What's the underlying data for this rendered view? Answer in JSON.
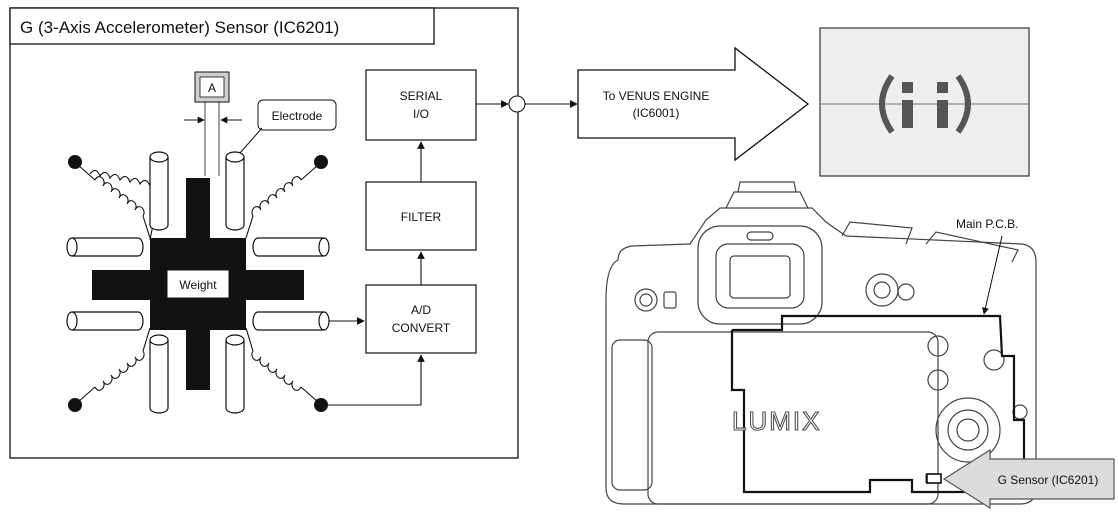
{
  "sensor_block": {
    "title": "G (3-Axis Accelerometer) Sensor (IC6201)",
    "label_a": "A",
    "electrode_label": "Electrode",
    "weight_label": "Weight",
    "serial_io": {
      "line1": "SERIAL",
      "line2": "I/O"
    },
    "filter": "FILTER",
    "ad_convert": {
      "line1": "A/D",
      "line2": "CONVERT"
    }
  },
  "output_arrow": {
    "line1": "To VENUS ENGINE",
    "line2": "(IC6001)"
  },
  "camera": {
    "main_pcb_label": "Main P.C.B.",
    "brand_text": "LUMIX",
    "g_sensor_label": "G Sensor (IC6201)"
  },
  "colors": {
    "line": "#111111",
    "display_bg": "#eeeeee",
    "display_mark": "#555555",
    "callout_bg": "#dcdcdc",
    "camera_line": "#444444"
  },
  "icons": {
    "spring": "spring-coil-icon",
    "display": "level-gauge-display-icon"
  }
}
